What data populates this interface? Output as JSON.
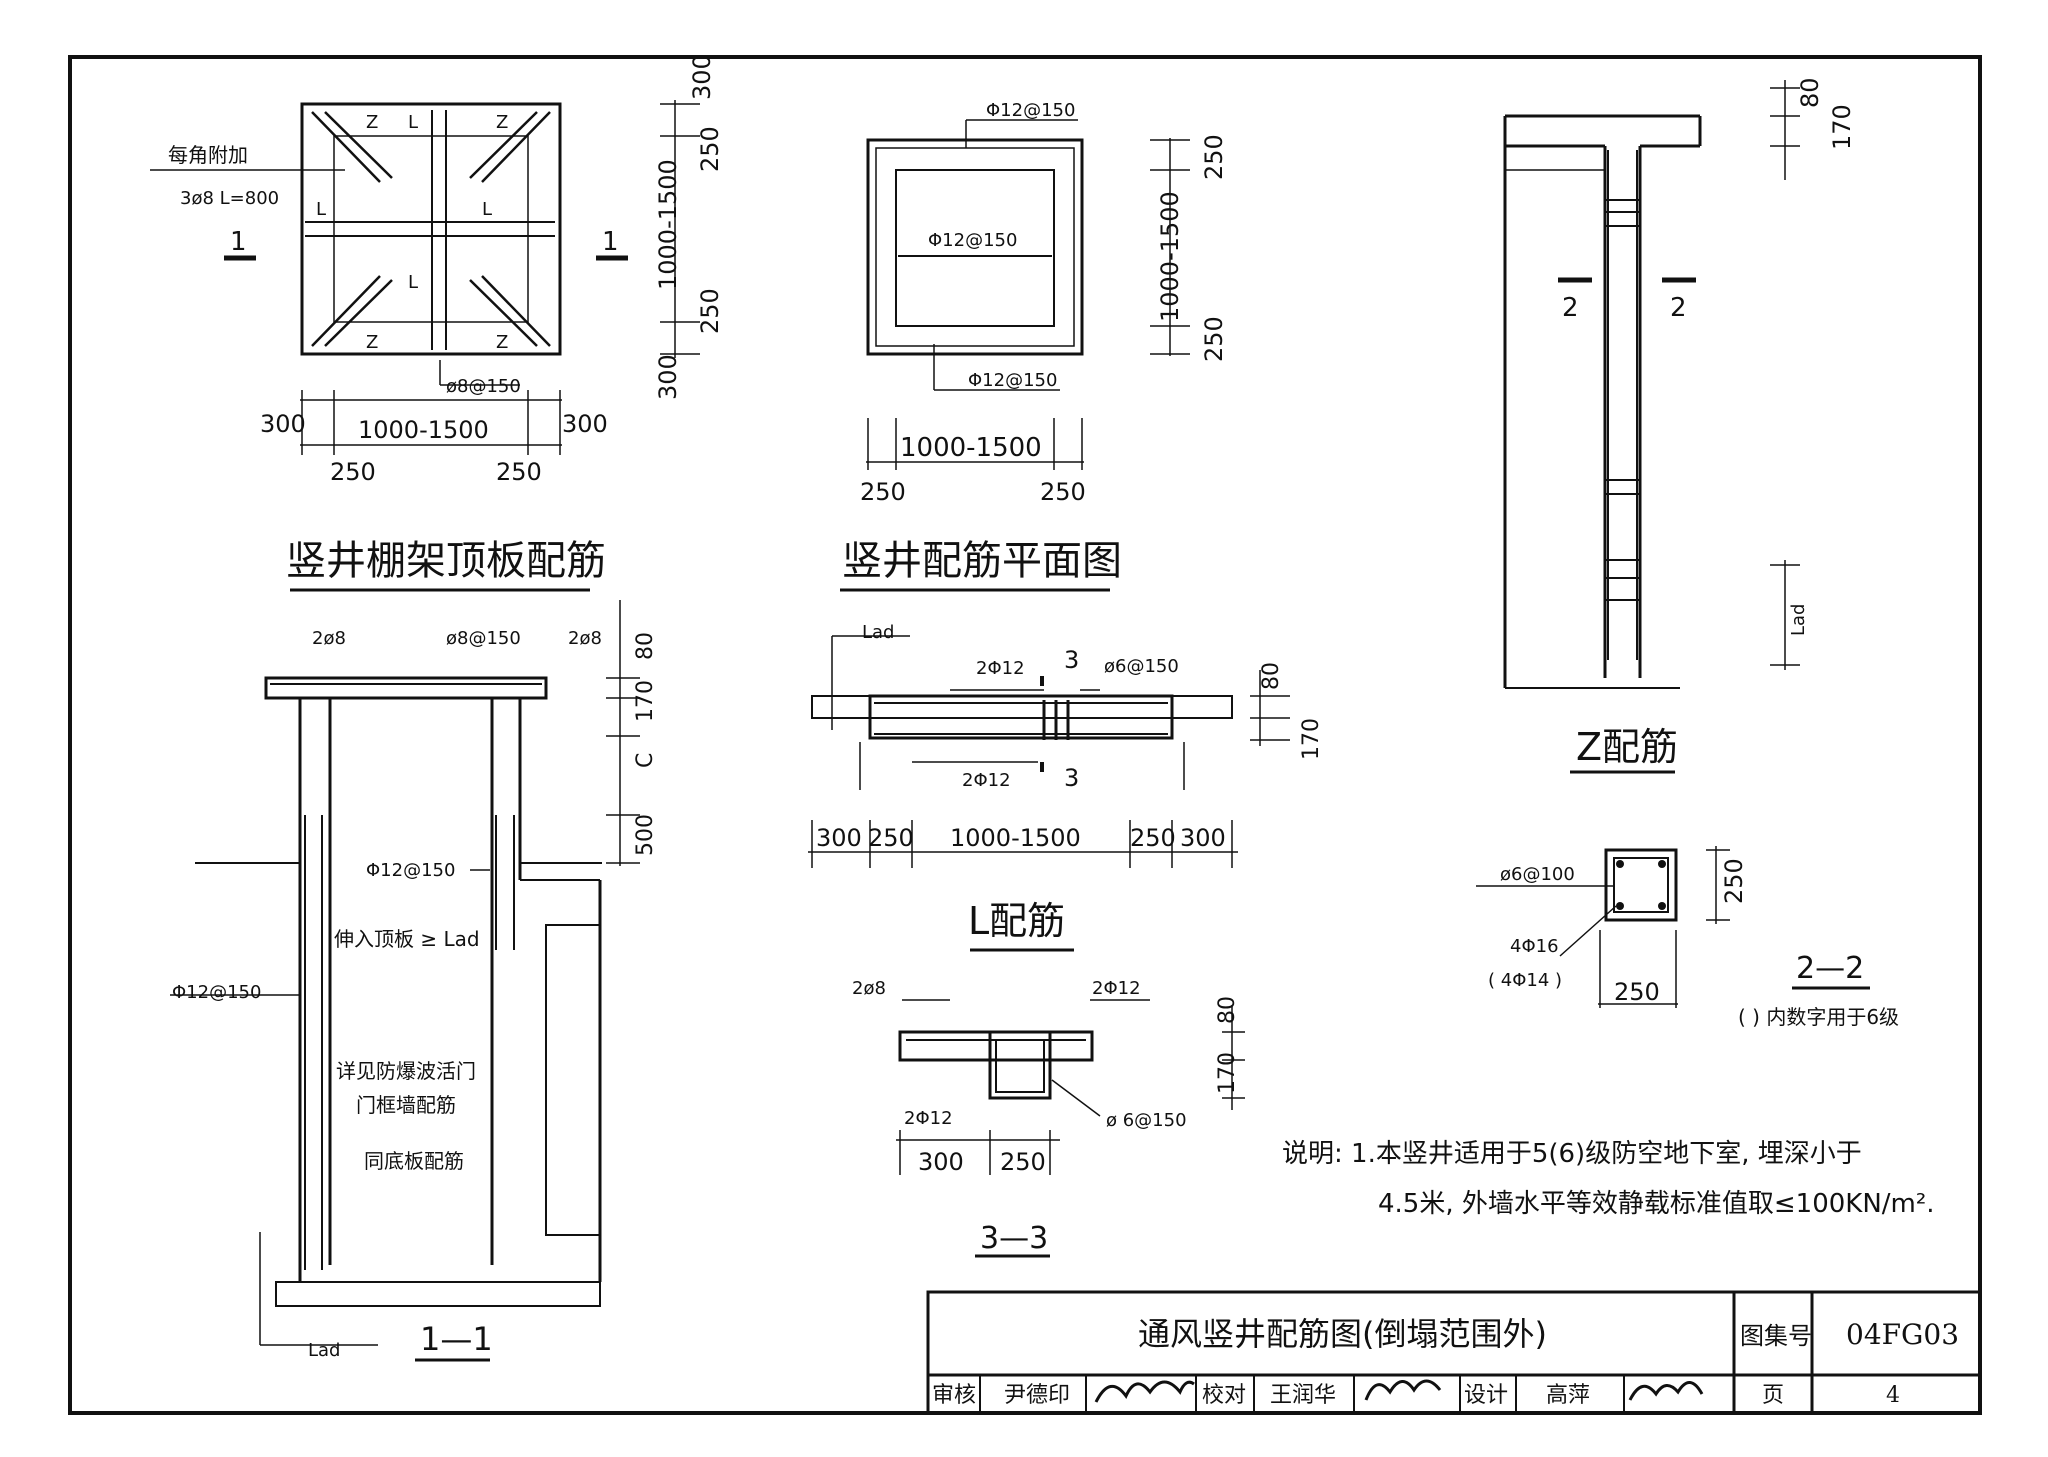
{
  "plan_roof": {
    "title": "竖井棚架顶板配筋",
    "corner_note_1": "每角附加",
    "corner_note_2": "3ø8 L=800",
    "bar_label": "ø8@150",
    "section_mark": "1",
    "z": "Z",
    "l": "L",
    "bottom_dims": [
      "300",
      "1000-1500",
      "300"
    ],
    "bottom_dims_2": [
      "250",
      "250"
    ],
    "side_dims": [
      "300",
      "250",
      "1000-1500",
      "250",
      "300"
    ]
  },
  "plan_shaft": {
    "title": "竖井配筋平面图",
    "bar_top": "Φ12@150",
    "bar_mid": "Φ12@150",
    "bar_bot": "Φ12@150",
    "dim_span": "1000-1500",
    "dims_250": [
      "250",
      "250"
    ],
    "side_dims": [
      "250",
      "1000-1500",
      "250"
    ]
  },
  "z_detail": {
    "title": "Z配筋",
    "dims": [
      "80",
      "170"
    ],
    "lad": "Lad",
    "section_mark": "2"
  },
  "section_11": {
    "title": "1—1",
    "top_2phi8_left": "2ø8",
    "top_bar": "ø8@150",
    "top_2phi8_right": "2ø8",
    "dims": [
      "80",
      "170",
      "C",
      "500"
    ],
    "bar_right": "Φ12@150",
    "bar_left": "Φ12@150",
    "note_extend": "伸入顶板 ≥ Lad",
    "note_door_1": "详见防爆波活门",
    "note_door_2": "门框墙配筋",
    "note_floor": "同底板配筋",
    "lad": "Lad"
  },
  "l_detail": {
    "title": "L配筋",
    "lad": "Lad",
    "top_bar": "2Φ12",
    "stirrup": "ø6@150",
    "bot_bar": "2Φ12",
    "section_mark": "3",
    "dims_v": [
      "80",
      "170"
    ],
    "dims_h": [
      "300",
      "250",
      "1000-1500",
      "250",
      "300"
    ]
  },
  "section_33": {
    "title": "3—3",
    "left_bar": "2ø8",
    "right_bar": "2Φ12",
    "bot_bar": "2Φ12",
    "stirrup": "ø 6@150",
    "dims_h": [
      "300",
      "250"
    ],
    "dims_v": [
      "80",
      "170"
    ]
  },
  "section_22": {
    "title": "2—2",
    "stirrup": "ø6@100",
    "main_bar": "4Φ16",
    "main_bar_alt": "( 4Φ14 )",
    "dim_w": "250",
    "dim_h": "250",
    "note": "( ) 内数字用于6级"
  },
  "notes": {
    "line1": "说明: 1.本竖井适用于5(6)级防空地下室, 埋深小于",
    "line2": "4.5米, 外墙水平等效静载标准值取≤100KN/m²."
  },
  "title_block": {
    "drawing_title": "通风竖井配筋图(倒塌范围外)",
    "atlas_label": "图集号",
    "atlas_no": "04FG03",
    "review_label": "审核",
    "reviewer": "尹德印",
    "check_label": "校对",
    "checker": "王润华",
    "design_label": "设计",
    "designer": "高萍",
    "page_label": "页",
    "page_no": "4"
  }
}
